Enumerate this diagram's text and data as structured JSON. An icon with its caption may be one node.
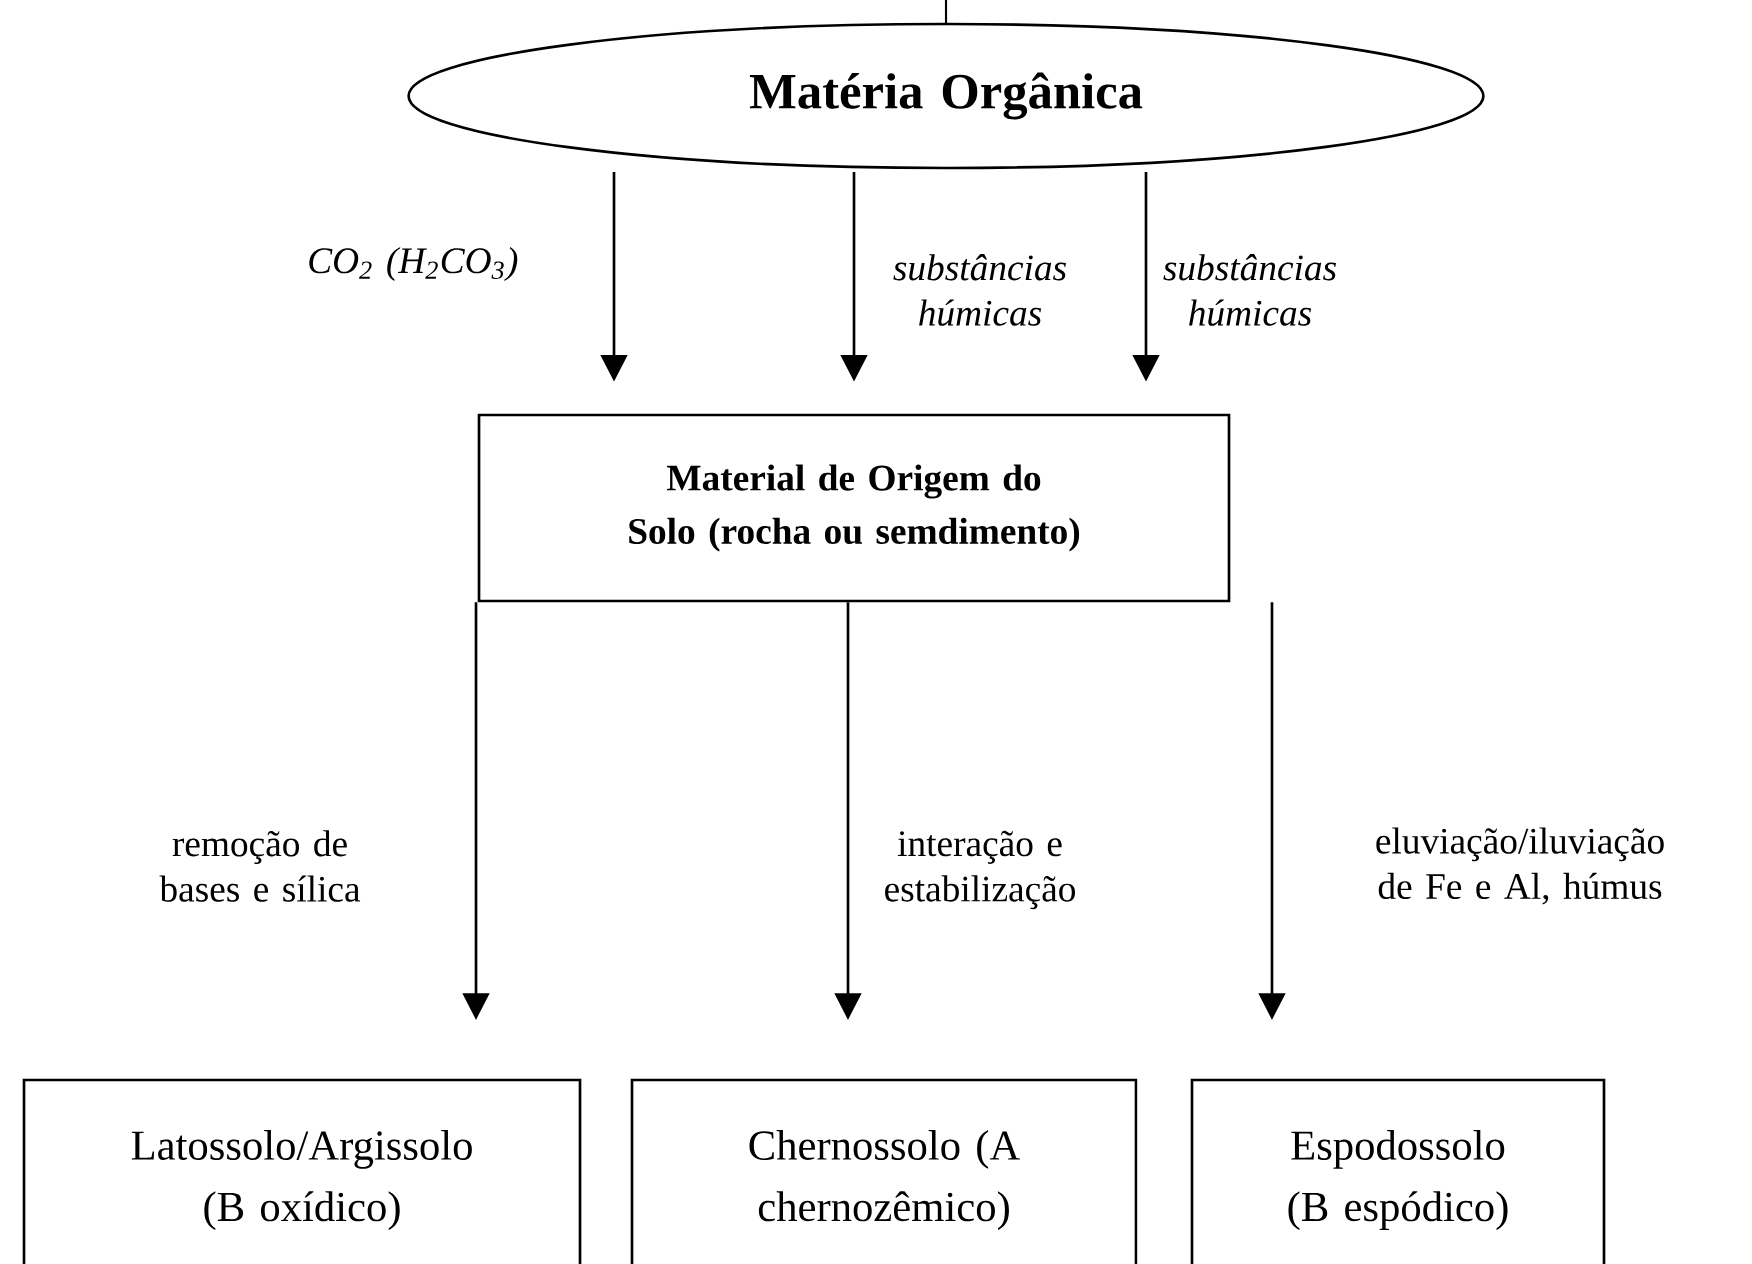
{
  "diagram": {
    "nodes": [
      {
        "text": [
          "Matéria Orgânica"
        ]
      },
      {
        "text": [
          "Material de Origem do Solo (rocha ou semdimento)"
        ]
      },
      {
        "text": [
          "Latossolo/Argissolo (B oxídico)"
        ]
      },
      {
        "text": [
          "Chernossolo (A chernozêmico)"
        ]
      },
      {
        "text": [
          "Espodossolo (B espódico)"
        ]
      }
    ],
    "edges": [
      {
        "from": 0,
        "to": 1,
        "arrow": "to",
        "label": "CO$_{2}$ (H$_{2}$CO$_{3}$)"
      },
      {
        "from": 0,
        "to": 1,
        "arrow": "to",
        "label": "substâncias húmicas"
      },
      {
        "from": 0,
        "to": 1,
        "arrow": "to",
        "label": "substâncias húmicas"
      },
      {
        "from": 1,
        "to": 2,
        "arrow": "to",
        "label": "remoção de bases e sílica"
      },
      {
        "from": 1,
        "to": 3,
        "arrow": "to",
        "label": "interação e estabilização"
      },
      {
        "from": 1,
        "to": 4,
        "arrow": "to",
        "label": "eluviação/iluviação de Fe e Al, húmus"
      }
    ]
  }
}
